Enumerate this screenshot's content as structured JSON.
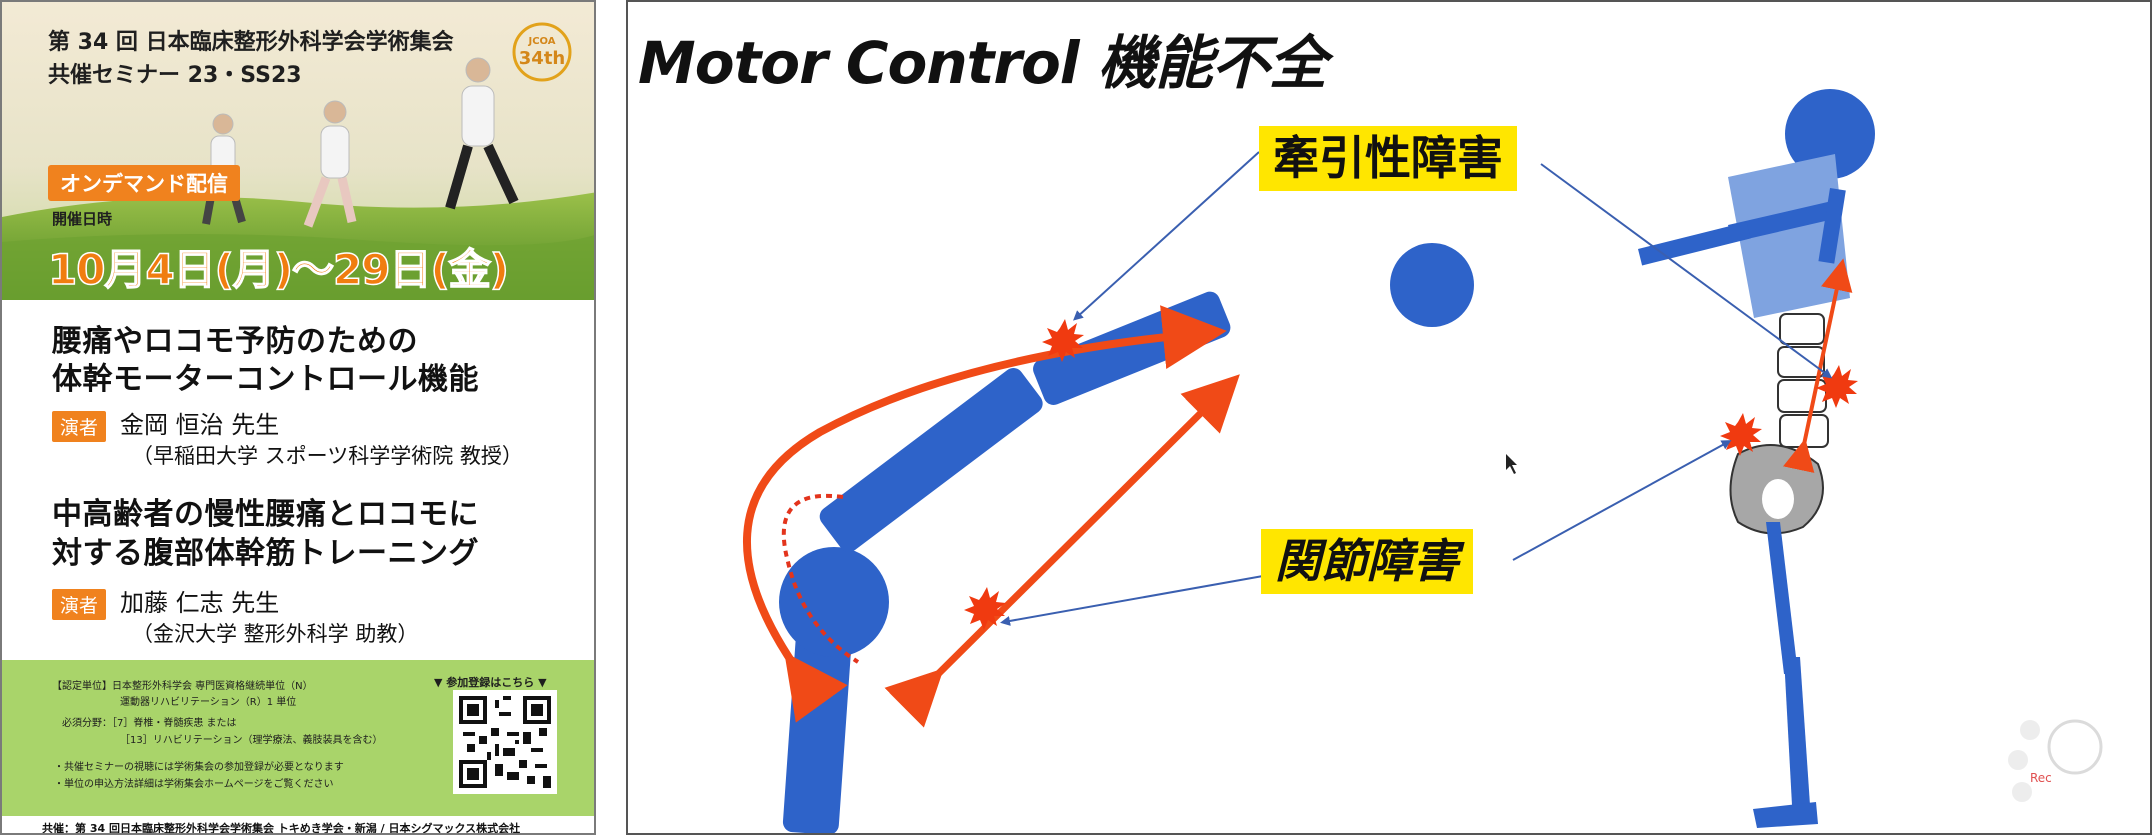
{
  "poster": {
    "header_line1": "第 34 回  日本臨床整形外科学会学術集会",
    "header_line2": "共催セミナー 23・SS23",
    "logo_text": "JCOA 34th",
    "ondemand_badge": "オンデマンド配信",
    "date_label": "開催日時",
    "date_range": "10月4日(月)～29日(金)",
    "talk1": {
      "title_line1": "腰痛やロコモ予防のための",
      "title_line2": "体幹モーターコントロール機能",
      "speaker_badge": "演者",
      "speaker": "金岡 恒治 先生",
      "affiliation": "（早稲田大学 スポーツ科学学術院 教授）"
    },
    "talk2": {
      "title_line1": "中高齢者の慢性腰痛とロコモに",
      "title_line2": "対する腹部体幹筋トレーニング",
      "speaker_badge": "演者",
      "speaker": "加藤 仁志 先生",
      "affiliation": "（金沢大学 整形外科学 助教）"
    },
    "info_lines": [
      "【認定単位】日本整形外科学会 専門医資格継続単位（N）",
      "運動器リハビリテーション（R）1 単位",
      "必須分野：［7］脊椎・脊髄疾患 または",
      "［13］リハビリテーション（理学療法、義肢装具を含む）",
      "・共催セミナーの視聴には学術集会の参加登録が必要となります",
      "・単位の申込方法詳細は学術集会ホームページをご覧ください"
    ],
    "registration_title": "▼ 参加登録はこちら ▼",
    "footer": "共催：第 34 回日本臨床整形外科学会学術集会 トキめき学会・新潟 / 日本シグマックス株式会社"
  },
  "slide": {
    "title": "Motor Control 機能不全",
    "traction_label": "牽引性障害",
    "joint_label": "関節障害",
    "rec_label": "Rec"
  },
  "colors": {
    "accent_orange": "#f0821e",
    "callout_yellow": "#ffe600",
    "bone_blue": "#2e63c9",
    "arrow_red": "#f04a17",
    "info_green": "#a9d46a"
  }
}
